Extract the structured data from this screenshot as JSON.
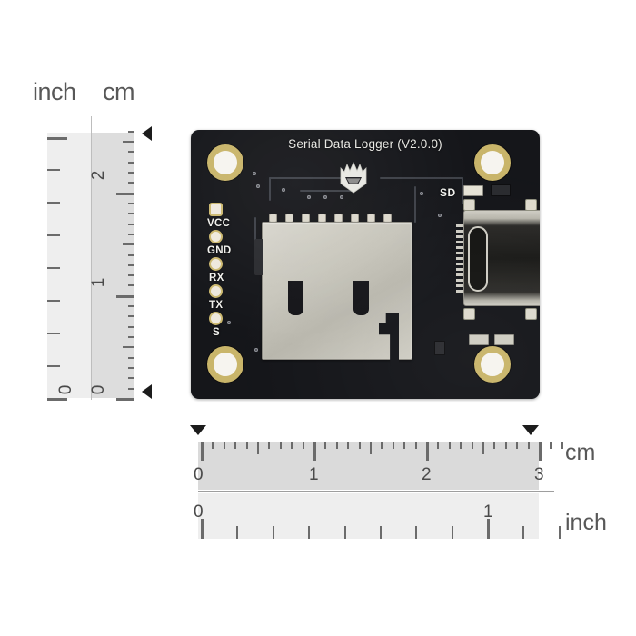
{
  "product": {
    "board_title": "Serial Data Logger (V2.0.0)",
    "brand_logo": "dfrobot-robot-head-logo",
    "sd_label": "SD",
    "pins": [
      {
        "name": "VCC",
        "shape": "square"
      },
      {
        "name": "GND",
        "shape": "round"
      },
      {
        "name": "RX",
        "shape": "round"
      },
      {
        "name": "TX",
        "shape": "round"
      },
      {
        "name": "S",
        "shape": "round"
      }
    ],
    "connectors": [
      {
        "name": "microsd-card-slot"
      },
      {
        "name": "usb-type-c-port"
      }
    ],
    "mounting_holes": 4,
    "pcb_color": "#15161a",
    "pad_gold_color": "#cdb96f"
  },
  "vertical_ruler": {
    "header_inch": "inch",
    "header_cm": "cm",
    "cm_labels": [
      "0",
      "1",
      "2"
    ],
    "inch_labels": [
      "0"
    ],
    "cm_range": [
      0,
      2.6
    ],
    "inch_range": [
      0,
      1.05
    ],
    "marker_top": "measurement-arrow-top",
    "marker_bottom": "measurement-arrow-bottom"
  },
  "horizontal_ruler": {
    "header_cm": "cm",
    "header_inch": "inch",
    "cm_labels": [
      "0",
      "1",
      "2",
      "3"
    ],
    "inch_labels": [
      "0",
      "1"
    ],
    "cm_range": [
      0,
      3.2
    ],
    "inch_range": [
      0,
      1.3
    ],
    "marker_left": "measurement-arrow-left",
    "marker_right": "measurement-arrow-right"
  }
}
